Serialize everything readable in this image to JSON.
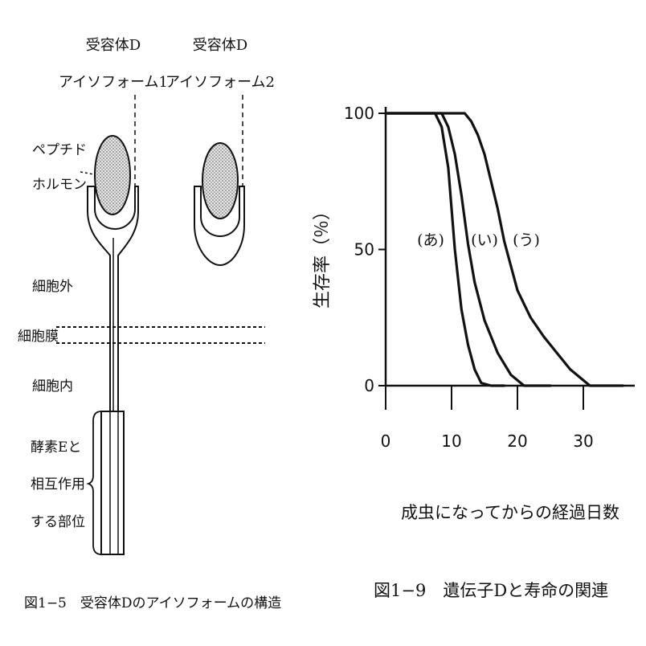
{
  "left_figure": {
    "isoform1_label_line1": "受容体D",
    "isoform1_label_line2": "アイソフォーム1",
    "isoform2_label_line1": "受容体D",
    "isoform2_label_line2": "アイソフォーム2",
    "hormone_label_line1": "ペプチド",
    "hormone_label_line2": "ホルモン",
    "extracellular_label": "細胞外",
    "membrane_label": "細胞膜",
    "intracellular_label": "細胞内",
    "enzyme_label_line1": "酵素Eと",
    "enzyme_label_line2": "相互作用",
    "enzyme_label_line3": "する部位",
    "caption": "図1−5　受容体Dのアイソフォームの構造"
  },
  "right_figure": {
    "caption": "図1−9　遺伝子Dと寿命の関連",
    "chart_data": {
      "type": "line",
      "xlabel": "成虫になってからの経過日数",
      "ylabel": "生存率（％）",
      "xlim": [
        0,
        37
      ],
      "ylim": [
        0,
        100
      ],
      "x_ticks": [
        0,
        10,
        20,
        30
      ],
      "y_ticks": [
        0,
        50,
        100
      ],
      "grid": false,
      "series": [
        {
          "name": "(あ)",
          "x": [
            0,
            7.5,
            8.5,
            9.5,
            10.5,
            11.5,
            12.5,
            13.5,
            14.5,
            16,
            18
          ],
          "y": [
            100,
            100,
            95,
            80,
            50,
            28,
            15,
            6,
            1,
            0,
            0
          ]
        },
        {
          "name": "(い)",
          "x": [
            0,
            8.5,
            9.5,
            10.5,
            11.5,
            12.5,
            13.5,
            15,
            17,
            19,
            21,
            25
          ],
          "y": [
            100,
            100,
            95,
            85,
            70,
            52,
            38,
            24,
            12,
            4,
            0,
            0
          ]
        },
        {
          "name": "(う)",
          "x": [
            0,
            12,
            13,
            14,
            15,
            16,
            17,
            18,
            20,
            22,
            24,
            26,
            28,
            30,
            31,
            33,
            36
          ],
          "y": [
            100,
            100,
            97,
            92,
            85,
            75,
            65,
            53,
            35,
            25,
            18,
            12,
            6,
            2,
            0,
            0,
            0
          ]
        }
      ]
    }
  }
}
